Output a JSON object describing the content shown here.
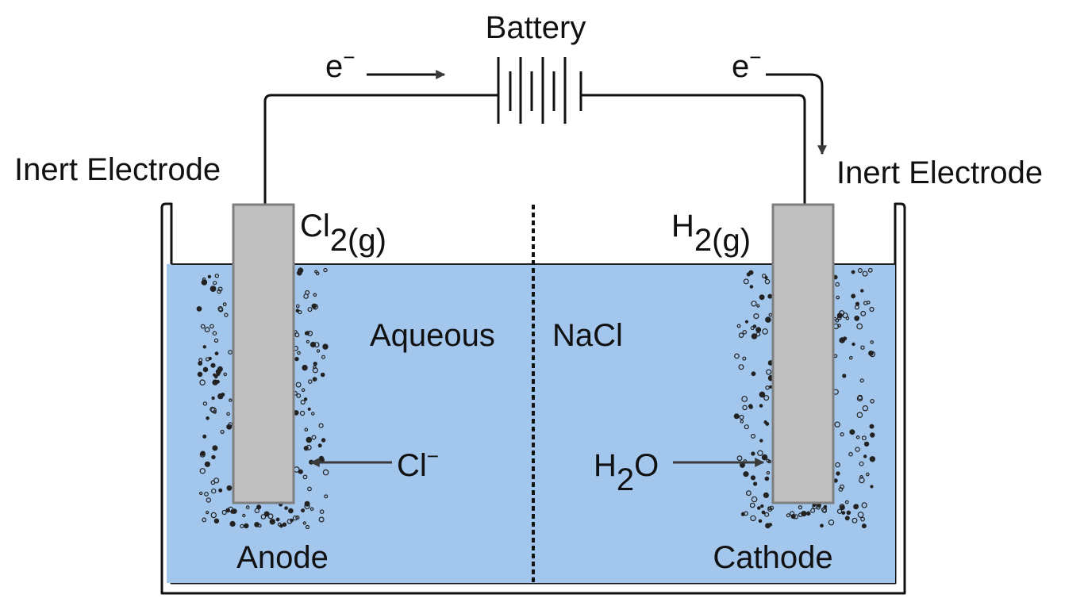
{
  "labels": {
    "battery": "Battery",
    "electron": "e",
    "electron_charge": "−",
    "inert_electrode_left": "Inert Electrode",
    "inert_electrode_right": "Inert Electrode",
    "cl2_base": "Cl",
    "cl2_sub": "2(g)",
    "h2_base": "H",
    "h2_sub": "2(g)",
    "aqueous": "Aqueous",
    "nacl": "NaCl",
    "cl_ion_base": "Cl",
    "cl_ion_charge": "−",
    "h2o_h": "H",
    "h2o_sub": "2",
    "h2o_o": "O",
    "anode": "Anode",
    "cathode": "Cathode"
  },
  "colors": {
    "solution": "#a3c6ec",
    "electrode": "#c0c0c0",
    "electrode_border": "#7f7f7f",
    "wire": "#111111",
    "arrow": "#3a3a3a",
    "bubble": "#222222"
  }
}
